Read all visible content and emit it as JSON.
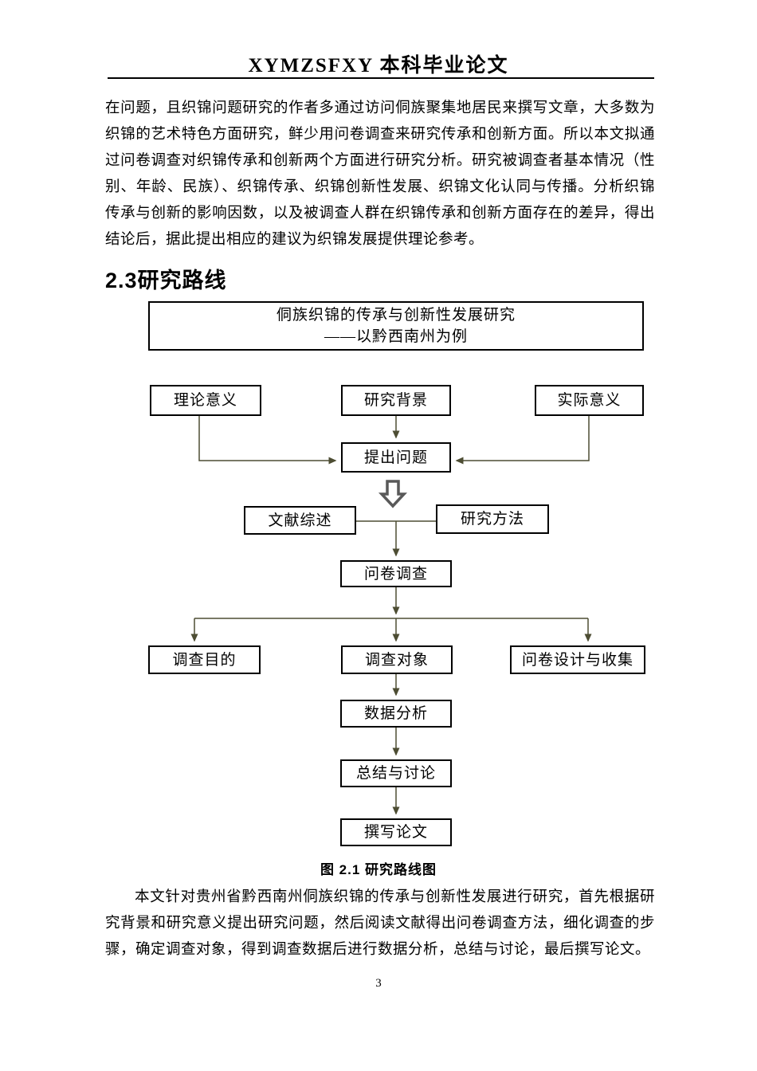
{
  "header": {
    "title": "XYMZSFXY 本科毕业论文"
  },
  "content": {
    "paragraph1": "在问题，且织锦问题研究的作者多通过访问侗族聚集地居民来撰写文章，大多数为织锦的艺术特色方面研究，鲜少用问卷调查来研究传承和创新方面。所以本文拟通过问卷调查对织锦传承和创新两个方面进行研究分析。研究被调查者基本情况（性别、年龄、民族）、织锦传承、织锦创新性发展、织锦文化认同与传播。分析织锦传承与创新的影响因数，以及被调查人群在织锦传承和创新方面存在的差异，得出结论后，据此提出相应的建议为织锦发展提供理论参考。",
    "section_heading": "2.3研究路线",
    "figure_caption": "图 2.1 研究路线图",
    "paragraph2": "本文针对贵州省黔西南州侗族织锦的传承与创新性发展进行研究，首先根据研究背景和研究意义提出研究问题，然后阅读文献得出问卷调查方法，细化调查的步骤，确定调查对象，得到调查数据后进行数据分析，总结与讨论，最后撰写论文。",
    "page_number": "3"
  },
  "flowchart": {
    "title_box": {
      "line1": "侗族织锦的传承与创新性发展研究",
      "line2": "——以黔西南州为例"
    },
    "nodes": {
      "theory": "理论意义",
      "background": "研究背景",
      "practical": "实际意义",
      "question": "提出问题",
      "literature": "文献综述",
      "method": "研究方法",
      "survey": "问卷调查",
      "purpose": "调查目的",
      "target": "调查对象",
      "design": "问卷设计与收集",
      "analysis": "数据分析",
      "discussion": "总结与讨论",
      "writing": "撰写论文"
    },
    "colors": {
      "connector_line": "#4d4d33",
      "box_border": "#000000",
      "block_arrow_outline": "#595959"
    }
  }
}
